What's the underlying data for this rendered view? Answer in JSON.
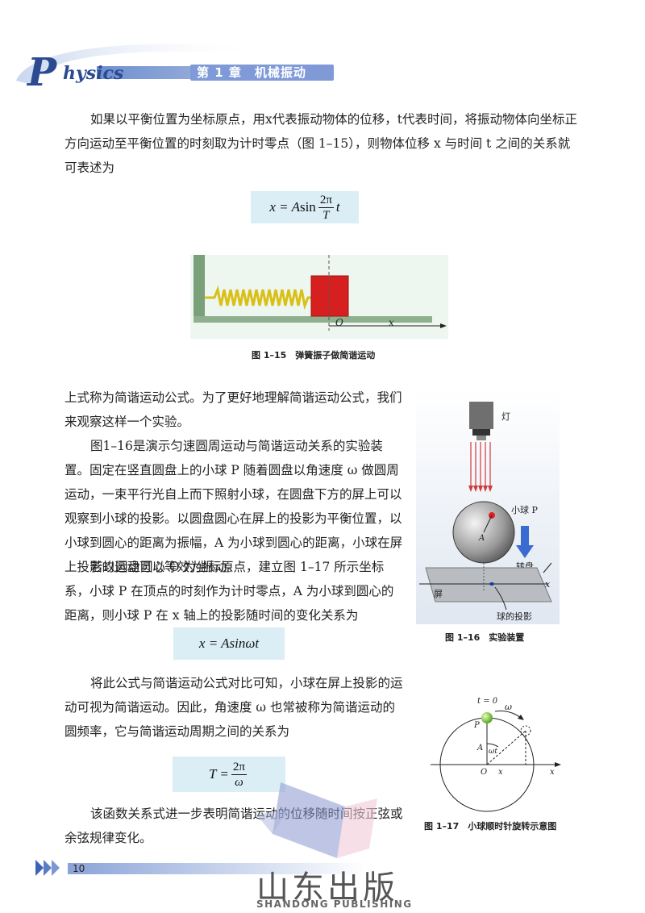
{
  "header": {
    "logo_p": "P",
    "logo_rest": "hysics",
    "chapter": "第 1 章　机械振动"
  },
  "body": {
    "para1": "如果以平衡位置为坐标原点，用x代表振动物体的位移，t代表时间，将振动物体向坐标正方向运动至平衡位置的时刻取为计时零点（图 1–15），则物体位移 x 与时间 t 之间的关系就可表述为",
    "para2": "上式称为简谐运动公式。为了更好地理解简谐运动公式，我们来观察这样一个实验。",
    "para3": "图1–16是演示匀速圆周运动与简谐运动关系的实验装置。固定在竖直圆盘上的小球 P 随着圆盘以角速度 ω 做圆周运动，一束平行光自上而下照射小球，在圆盘下方的屏上可以观察到小球的投影。以圆盘圆心在屏上的投影为平衡位置，以小球到圆心的距离为振幅，A 为小球到圆心的距离，小球在屏上投影的运动可以等效为振动。",
    "para4": "若以圆盘圆心 O 为坐标原点，建立图 1–17 所示坐标系，小球 P 在顶点的时刻作为计时零点，A 为小球到圆心的距离，则小球 P 在 x 轴上的投影随时间的变化关系为",
    "para5": "将此公式与简谐运动公式对比可知，小球在屏上投影的运动可视为简谐运动。因此，角速度 ω 也常被称为简谐运动的圆频率，它与简谐运动周期之间的关系为",
    "para6": "该函数关系式进一步表明简谐运动的位移随时间按正弦或余弦规律变化。"
  },
  "formula1": {
    "lhs": "x = A",
    "fn": "sin",
    "num": "2π",
    "den": "T",
    "var": "t"
  },
  "formula2": {
    "text": "x = Asinωt"
  },
  "formula3": {
    "lhs": "T =",
    "num": "2π",
    "den": "ω"
  },
  "fig15": {
    "caption": "图 1–15　弹簧振子做简谐运动",
    "label_o": "O",
    "label_x": "x"
  },
  "fig16": {
    "caption": "图 1–16　实验装置",
    "label_lamp": "灯",
    "label_ball": "小球 P",
    "label_a": "A",
    "label_disk": "转盘",
    "label_x": "x",
    "label_screen": "屏",
    "label_shadow": "球的投影"
  },
  "fig17": {
    "caption": "图 1–17　小球顺时针旋转示意图",
    "label_t0": "t = 0",
    "label_omega": "ω",
    "label_p": "P",
    "label_a": "A",
    "label_wt": "ωt",
    "label_o": "O",
    "label_x1": "x",
    "label_x2": "x"
  },
  "footer": {
    "page_number": "10",
    "publisher_cn": "山东出版",
    "publisher_en": "SHANDONG PUBLISHING"
  },
  "colors": {
    "brand_blue": "#2b4a8f",
    "header_band": "#9fb3dc",
    "formula_bg": "#dbeef6",
    "block_red": "#d62020",
    "spring_yellow": "#e8d21a"
  }
}
